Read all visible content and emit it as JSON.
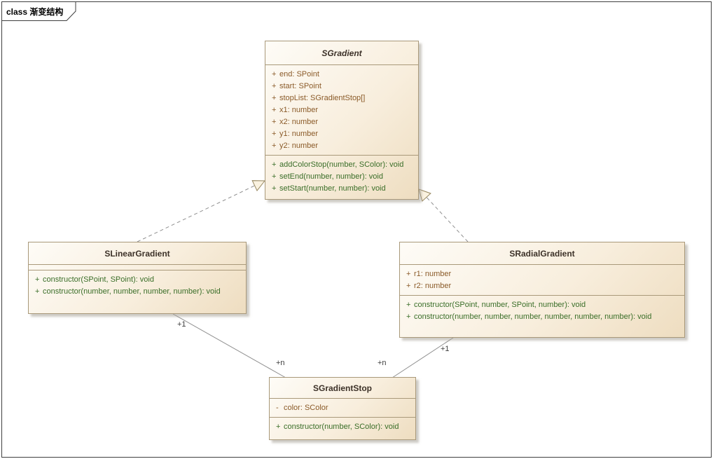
{
  "frame": {
    "label": "class 渐变结构"
  },
  "classes": {
    "sgradient": {
      "name": "SGradient",
      "attributes": [
        {
          "vis": "+",
          "text": "end: SPoint"
        },
        {
          "vis": "+",
          "text": "start: SPoint"
        },
        {
          "vis": "+",
          "text": "stopList: SGradientStop[]"
        },
        {
          "vis": "+",
          "text": "x1: number"
        },
        {
          "vis": "+",
          "text": "x2: number"
        },
        {
          "vis": "+",
          "text": "y1: number"
        },
        {
          "vis": "+",
          "text": "y2: number"
        }
      ],
      "methods": [
        {
          "vis": "+",
          "text": "addColorStop(number, SColor): void"
        },
        {
          "vis": "+",
          "text": "setEnd(number, number): void"
        },
        {
          "vis": "+",
          "text": "setStart(number, number): void"
        }
      ]
    },
    "slineargradient": {
      "name": "SLinearGradient",
      "attributes": [],
      "methods": [
        {
          "vis": "+",
          "text": "constructor(SPoint, SPoint): void"
        },
        {
          "vis": "+",
          "text": "constructor(number, number, number, number): void"
        }
      ]
    },
    "sradialgradient": {
      "name": "SRadialGradient",
      "attributes": [
        {
          "vis": "+",
          "text": "r1: number"
        },
        {
          "vis": "+",
          "text": "r2: number"
        }
      ],
      "methods": [
        {
          "vis": "+",
          "text": "constructor(SPoint, number, SPoint, number): void"
        },
        {
          "vis": "+",
          "text": "constructor(number, number, number, number, number, number): void"
        }
      ]
    },
    "sgradientstop": {
      "name": "SGradientStop",
      "attributes": [
        {
          "vis": "-",
          "text": "color: SColor"
        }
      ],
      "methods": [
        {
          "vis": "+",
          "text": "constructor(number, SColor): void"
        }
      ]
    }
  },
  "relations": {
    "linear_generalizes_gradient": {
      "type": "generalization",
      "style": "dashed"
    },
    "radial_generalizes_gradient": {
      "type": "generalization",
      "style": "dashed"
    },
    "linear_to_stop": {
      "type": "association",
      "source_multiplicity": "+1",
      "target_multiplicity": "+n"
    },
    "radial_to_stop": {
      "type": "association",
      "source_multiplicity": "+1",
      "target_multiplicity": "+n"
    }
  },
  "colors": {
    "class_fill_light": "#fefcf7",
    "class_fill_dark": "#eeddc0",
    "class_border": "#a9997a",
    "attribute_text": "#8a5a28",
    "method_text": "#3a6e28",
    "connector": "#8f8f8f",
    "frame_border": "#3f3f3f"
  }
}
